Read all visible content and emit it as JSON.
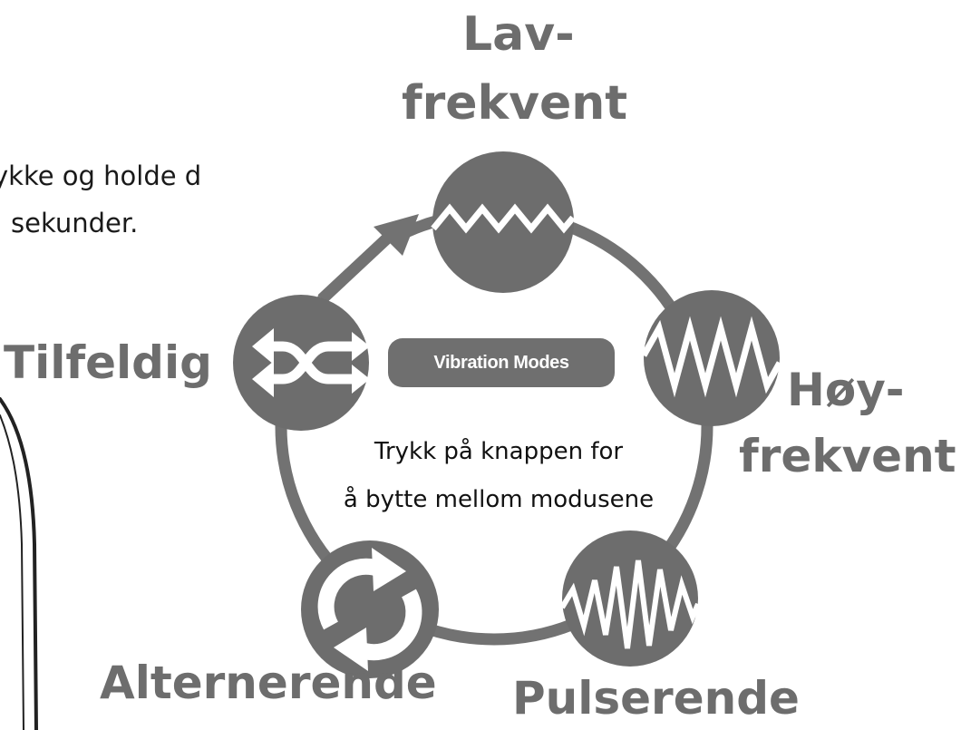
{
  "instructions_partial": {
    "line1": "ykke og holde d",
    "line2": "sekunder."
  },
  "center": {
    "badge": "Vibration Modes",
    "instruction_line1": "Trykk på knappen for",
    "instruction_line2": "å bytte mellom modusene"
  },
  "modes": {
    "low": {
      "line1": "Lav-",
      "line2": "frekvent",
      "icon": "low-frequency-wave-icon"
    },
    "high": {
      "line1": "Høy-",
      "line2": "frekvent",
      "icon": "high-frequency-wave-icon"
    },
    "pulse": {
      "label": "Pulserende",
      "icon": "pulse-wave-icon"
    },
    "alternating": {
      "label": "Alternerende",
      "icon": "alternating-arrows-icon"
    },
    "random": {
      "label": "Tilfeldig",
      "icon": "shuffle-icon"
    }
  },
  "colors": {
    "mode_gray": "#6d6d6d",
    "badge_bg": "#6f6f6f",
    "text_dark": "#111111"
  }
}
